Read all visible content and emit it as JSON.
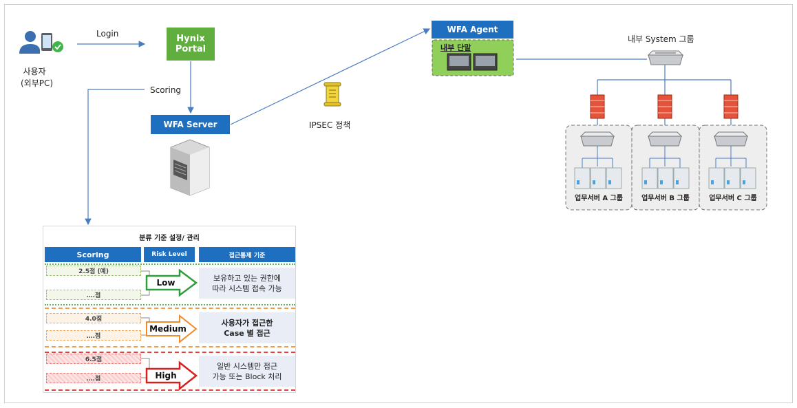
{
  "user": {
    "label_line1": "사용자",
    "label_line2": "(외부PC)"
  },
  "flow": {
    "login": "Login",
    "scoring": "Scoring",
    "ipsec": "IPSEC 정책"
  },
  "portal": {
    "line1": "Hynix",
    "line2": "Portal",
    "color": "#5fae3e"
  },
  "wfa_server": {
    "label": "WFA Server",
    "color": "#1f6fc1"
  },
  "wfa_agent": {
    "label": "WFA Agent",
    "terminal_label": "내부 단말",
    "color": "#1f6fc1",
    "terminal_color": "#8fcf5a"
  },
  "internal": {
    "label": "내부 System 그룹"
  },
  "groups": [
    {
      "label": "업무서버 A 그룹"
    },
    {
      "label": "업무서버 B 그룹"
    },
    {
      "label": "업무서버 C 그룹"
    }
  ],
  "table": {
    "caption": "분류 기준 설정/ 관리",
    "headers": {
      "scoring": "Scoring",
      "risk": "Risk Level",
      "control": "접근통제 기준"
    },
    "rows": [
      {
        "score_top": "2.5점 (예)",
        "score_bottom": "….점",
        "level": "Low",
        "desc_line1": "보유하고 있는 권한에",
        "desc_line2": "따라 시스템 접속 가능",
        "color": "#2e9e3a"
      },
      {
        "score_top": "4.0점",
        "score_bottom": "….점",
        "level": "Medium",
        "desc_line1": "사용자가 접근한",
        "desc_line2": "Case 별 접근",
        "color": "#f08a2a"
      },
      {
        "score_top": "6.5점",
        "score_bottom": "….점",
        "level": "High",
        "desc_line1": "일반 시스템만 접근",
        "desc_line2": "가능 또는 Block 처리",
        "color": "#d91e1e"
      }
    ]
  },
  "colors": {
    "line": "#4a7cc0",
    "frame": "#cfcfcf"
  }
}
